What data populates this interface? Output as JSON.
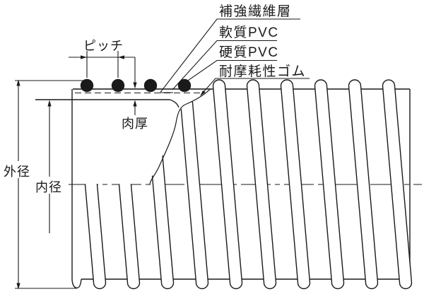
{
  "diagram": {
    "type": "technical-cross-section",
    "subject": "spiral reinforced hose structure",
    "layer_labels": {
      "fiber": "補強繊維層",
      "soft_pvc": "軟質PVC",
      "hard_pvc": "硬質PVC",
      "rubber": "耐摩耗性ゴム"
    },
    "dimension_labels": {
      "pitch": "ピッチ",
      "wall_thickness": "肉厚",
      "outer_diameter": "外径",
      "inner_diameter": "内径"
    },
    "colors": {
      "line": "#1a1a1a",
      "spiral_dot_fill": "#1a1a1a",
      "background": "#ffffff"
    }
  }
}
